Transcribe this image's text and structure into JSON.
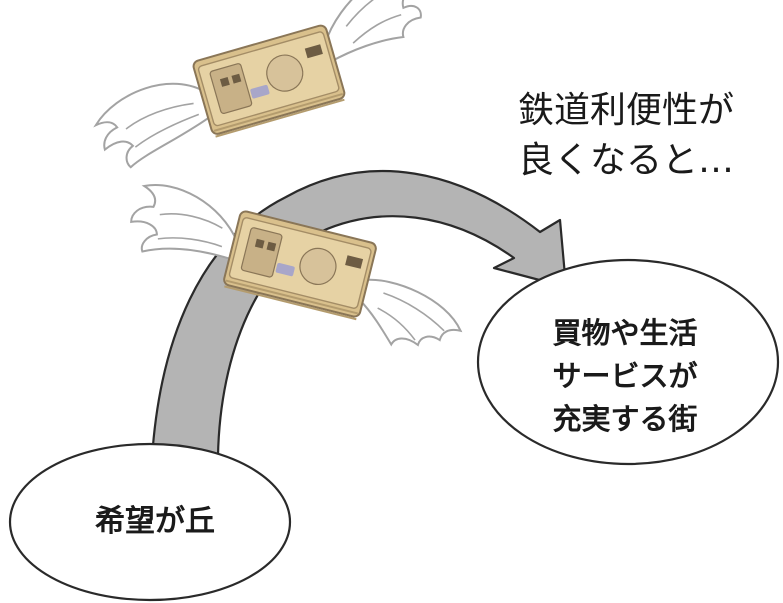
{
  "headline": "鉄道利便性が\n良くなると…",
  "destination": {
    "label": "買物や生活\nサービスが\n充実する街"
  },
  "origin": {
    "label": "希望が丘"
  },
  "colors": {
    "arrow_fill": "#b4b4b4",
    "arrow_outline": "#2a2a2a",
    "bubble_fill": "#ffffff",
    "bubble_outline": "#2a2a2a",
    "bill_paper": "#e6d2a4",
    "bill_ink": "#8a7657",
    "wing_fill": "#ffffff",
    "wing_outline": "#a3a3a3"
  },
  "icons": [
    "flying-money-icon",
    "flying-money-icon"
  ]
}
